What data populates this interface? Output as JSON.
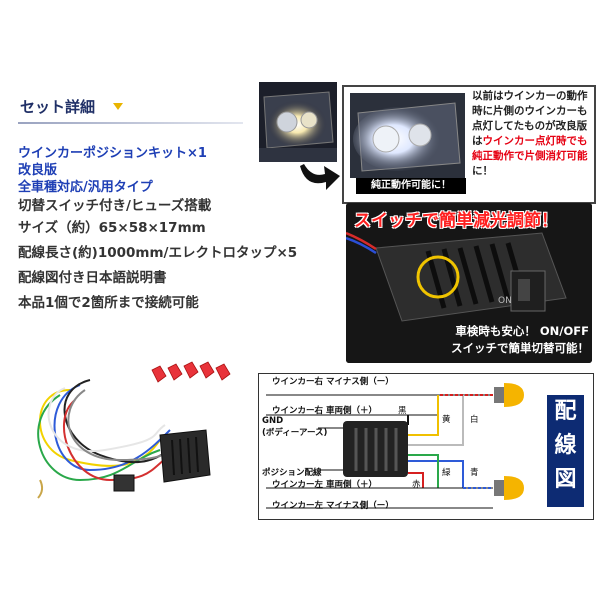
{
  "header": {
    "title": "セット詳細"
  },
  "specs": [
    "ウインカーポジションキット×1",
    "改良版",
    "全車種対応/汎用タイプ",
    "切替スイッチ付き/ヒューズ搭載",
    "サイズ（約）65×58×17mm",
    "配線長さ(約)1000mm/エレクトロタップ×5",
    "配線図付き日本語説明書",
    "本品1個で2箇所まで接続可能"
  ],
  "callout": {
    "note_part1": "以前はウインカーの動作時に片側のウインカーも点灯してたものが改良版は",
    "note_part2": "ウインカー点灯時でも純正動作で片側消灯可能",
    "note_part3": "に！",
    "label": "純正動作可能に！"
  },
  "switch": {
    "title": "スイッチで簡単減光調節！",
    "on_label": "ON",
    "note_line1": "車検時も安心！ ON/OFF",
    "note_line2": "スイッチで簡単切替可能！"
  },
  "wiring": {
    "tag": [
      "配",
      "線",
      "図"
    ],
    "right_minus": "ウインカー右 マイナス側（ー）",
    "right_body": "ウインカー右 車両側（＋）",
    "gnd_line1": "GND",
    "gnd_line2": "(ボディーアース)",
    "position": "ポジション配線",
    "left_body": "ウインカー左 車両側（＋）",
    "left_minus": "ウインカー左 マイナス側（ー）",
    "c_black": "黒",
    "c_yellow": "黄",
    "c_white": "白",
    "c_green": "緑",
    "c_blue": "青",
    "c_red": "赤"
  },
  "colors": {
    "accent_blue": "#1e3fb5",
    "accent_red": "#e60012",
    "header_navy": "#1f2f66",
    "tag_navy": "#0d2b73",
    "bulb_amber": "#f5b400"
  }
}
